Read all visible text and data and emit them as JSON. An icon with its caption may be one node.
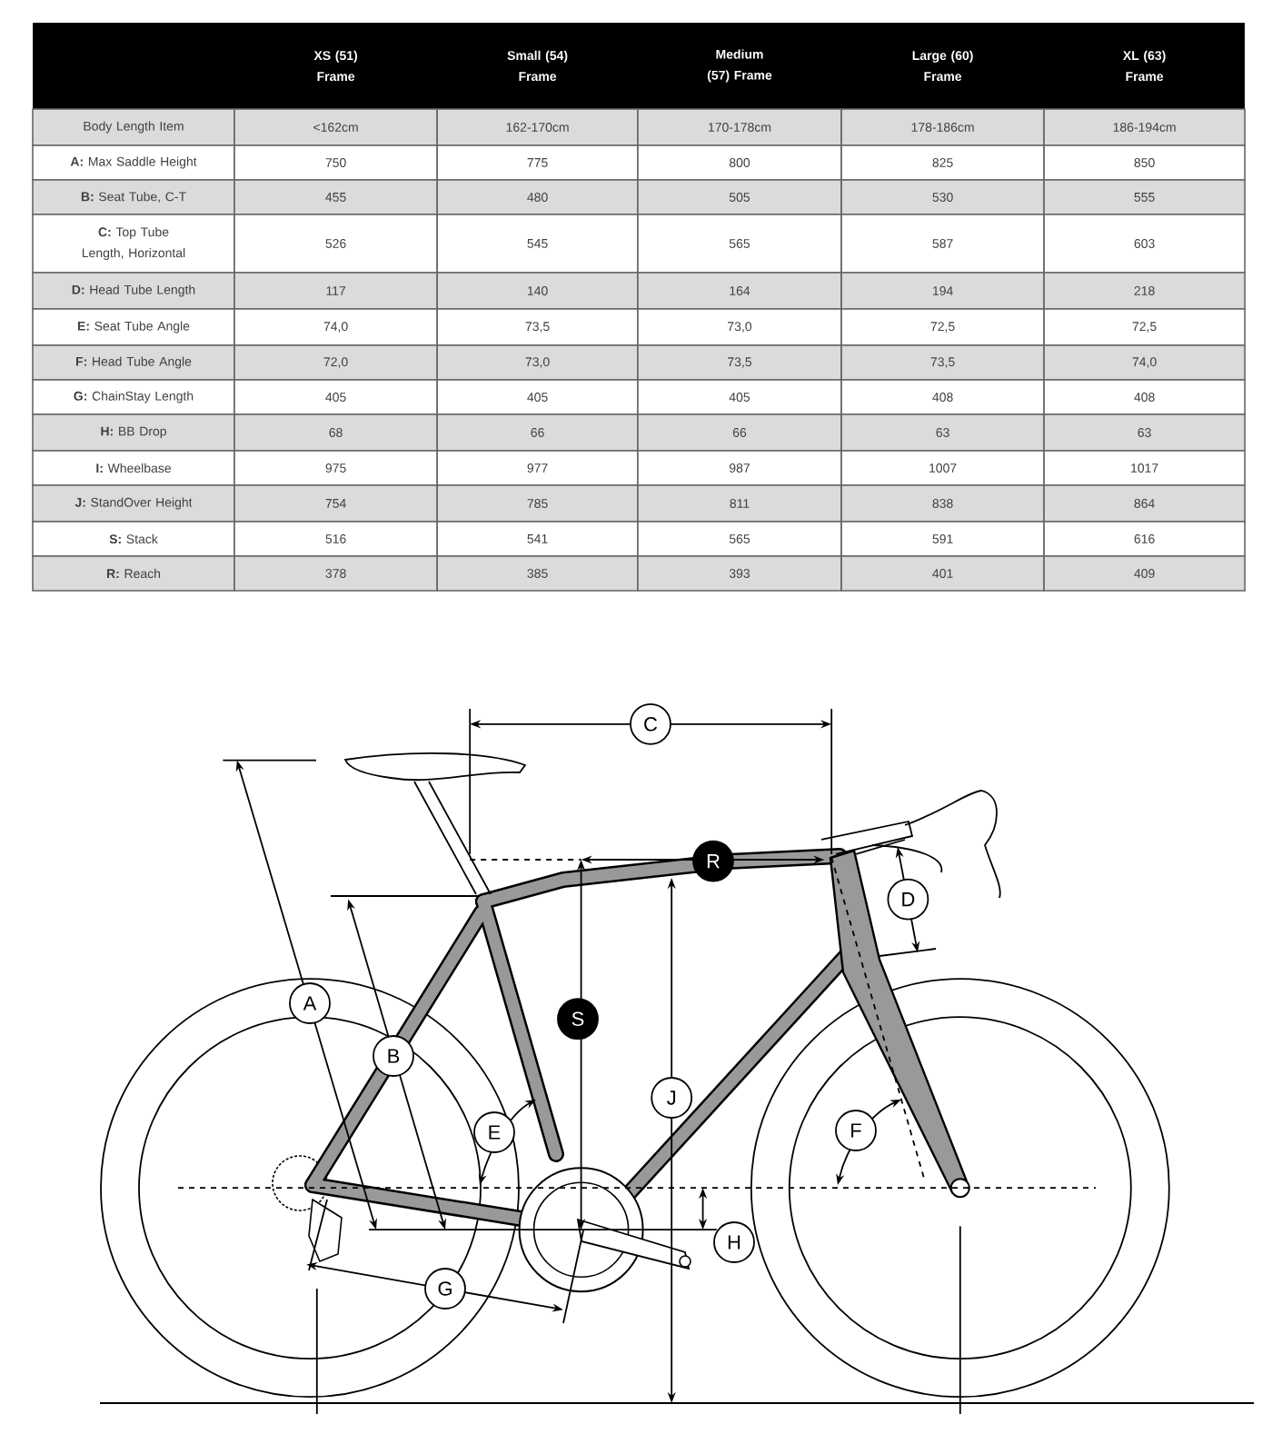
{
  "diagram": {
    "labels": [
      "XS (51) Frame",
      "Small (54) Frame",
      "Medium (57) Frame",
      "Large (60) Frame",
      "XL (63) Frame",
      "Body Length Item",
      "<162cm",
      "162-170cm",
      "170-178cm",
      "178-186cm",
      "186-194cm",
      "**A:** Max Saddle Height",
      "750",
      "775",
      "800",
      "825",
      "850",
      "**B:** Seat Tube, C-T",
      "455",
      "480",
      "505",
      "530",
      "555",
      "**C:** Top Tube Length, Horizontal",
      "526",
      "545",
      "565",
      "587",
      "603",
      "**D:** Head Tube Length",
      "117",
      "140",
      "164",
      "194",
      "218",
      "**E:** Seat Tube Angle",
      "74,0",
      "73,5",
      "73,0",
      "72,5",
      "72,5",
      "**F:** Head Tube Angle",
      "72,0",
      "73,0",
      "73,5",
      "73,5",
      "74,0",
      "**G:** ChainStay Length",
      "405",
      "405",
      "405",
      "408",
      "408",
      "**H:** BB Drop",
      "68",
      "66",
      "66",
      "63",
      "63",
      "**I:** Wheelbase",
      "975",
      "977",
      "987",
      "1007",
      "1017",
      "**J:** StandOver Height",
      "754",
      "785",
      "811",
      "838",
      "864",
      "**S:** Stack",
      "516",
      "541",
      "565",
      "591",
      "616",
      "**R:** Reach",
      "378",
      "385",
      "393",
      "401",
      "409",
      "C",
      "R",
      "D",
      "A",
      "B",
      "S",
      "E",
      "J",
      "F",
      "H",
      "G"
    ]
  }
}
